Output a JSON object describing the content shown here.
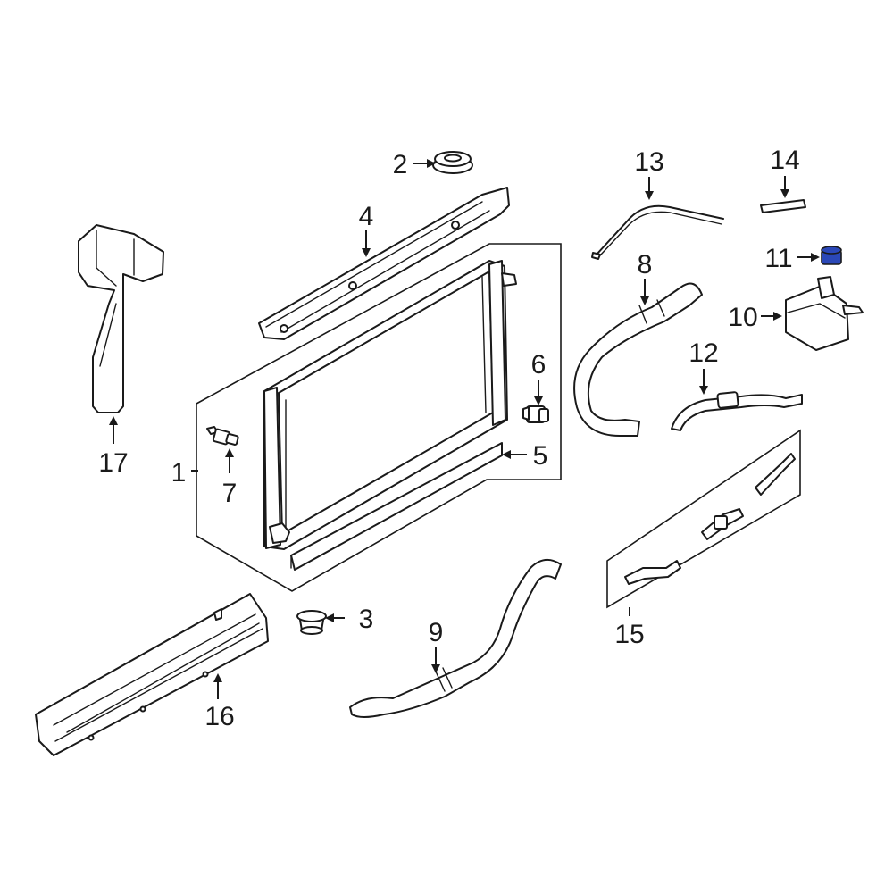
{
  "colors": {
    "line": "#1a1a1a",
    "background": "#ffffff",
    "highlight": "#2b48b8"
  },
  "highlighted_part": "11",
  "callouts": [
    {
      "id": "c1",
      "label": "1"
    },
    {
      "id": "c2",
      "label": "2"
    },
    {
      "id": "c3",
      "label": "3"
    },
    {
      "id": "c4",
      "label": "4"
    },
    {
      "id": "c5",
      "label": "5"
    },
    {
      "id": "c6",
      "label": "6"
    },
    {
      "id": "c7",
      "label": "7"
    },
    {
      "id": "c8",
      "label": "8"
    },
    {
      "id": "c9",
      "label": "9"
    },
    {
      "id": "c10",
      "label": "10"
    },
    {
      "id": "c11",
      "label": "11"
    },
    {
      "id": "c12",
      "label": "12"
    },
    {
      "id": "c13",
      "label": "13"
    },
    {
      "id": "c14",
      "label": "14"
    },
    {
      "id": "c15",
      "label": "15"
    },
    {
      "id": "c16",
      "label": "16"
    },
    {
      "id": "c17",
      "label": "17"
    }
  ]
}
